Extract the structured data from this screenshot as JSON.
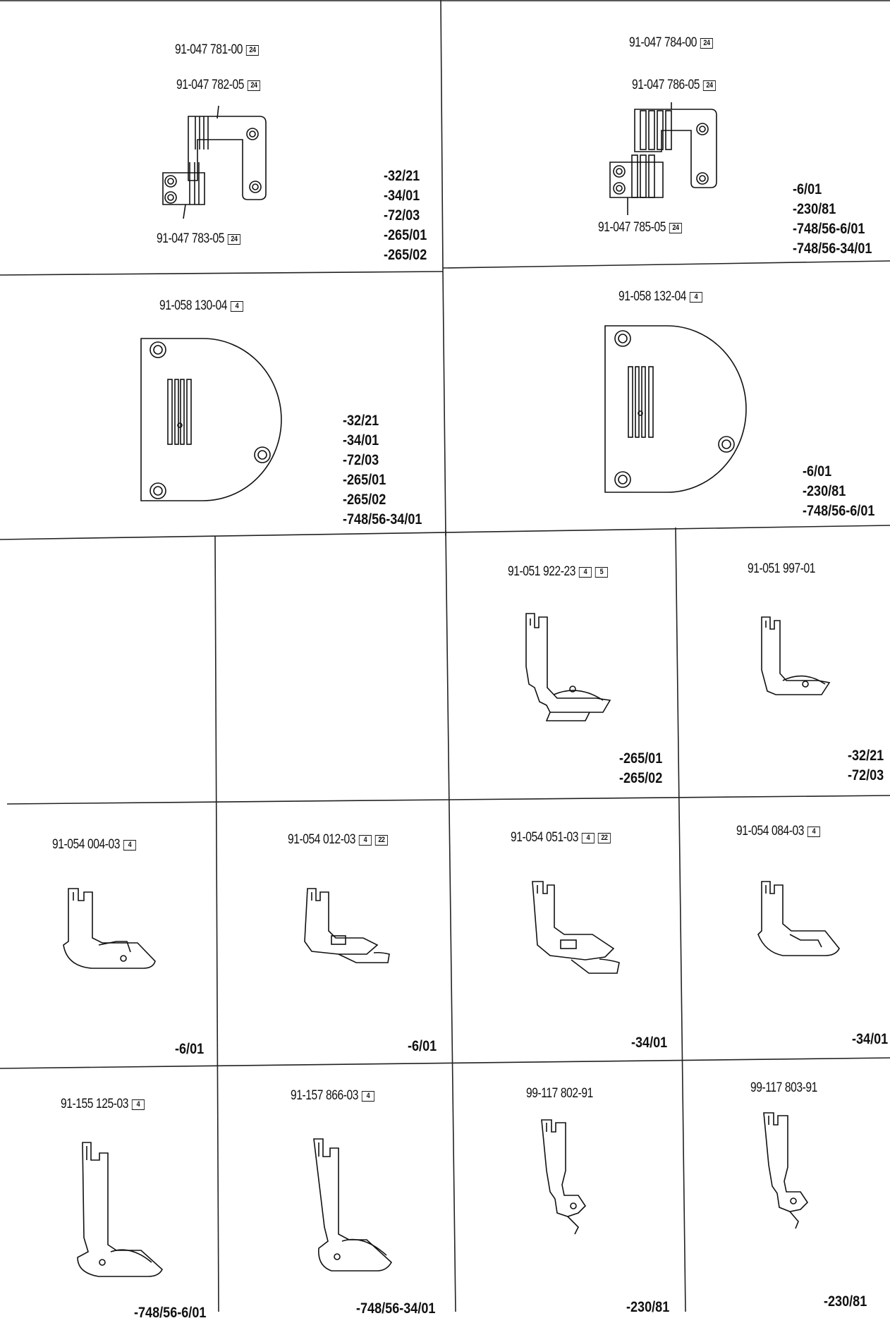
{
  "parts": {
    "p1": {
      "id": "91-047 781-00",
      "badges": [
        "24"
      ]
    },
    "p2": {
      "id": "91-047 782-05",
      "badges": [
        "24"
      ]
    },
    "p3": {
      "id": "91-047 783-05",
      "badges": [
        "24"
      ]
    },
    "p4": {
      "id": "91-047 784-00",
      "badges": [
        "24"
      ]
    },
    "p5": {
      "id": "91-047 786-05",
      "badges": [
        "24"
      ]
    },
    "p6": {
      "id": "91-047 785-05",
      "badges": [
        "24"
      ]
    },
    "p7": {
      "id": "91-058 130-04",
      "badges": [
        "4"
      ]
    },
    "p8": {
      "id": "91-058 132-04",
      "badges": [
        "4"
      ]
    },
    "p9": {
      "id": "91-051 922-23",
      "badges": [
        "4",
        "5"
      ]
    },
    "p10": {
      "id": "91-051 997-01",
      "badges": []
    },
    "p11": {
      "id": "91-054 004-03",
      "badges": [
        "4"
      ]
    },
    "p12": {
      "id": "91-054 012-03",
      "badges": [
        "4",
        "22"
      ]
    },
    "p13": {
      "id": "91-054 051-03",
      "badges": [
        "4",
        "22"
      ]
    },
    "p14": {
      "id": "91-054 084-03",
      "badges": [
        "4"
      ]
    },
    "p15": {
      "id": "91-155 125-03",
      "badges": [
        "4"
      ]
    },
    "p16": {
      "id": "91-157 866-03",
      "badges": [
        "4"
      ]
    },
    "p17": {
      "id": "99-117 802-91",
      "badges": []
    },
    "p18": {
      "id": "99-117 803-91",
      "badges": []
    }
  },
  "variants": {
    "v1": [
      "-32/21",
      "-34/01",
      "-72/03",
      "-265/01",
      "-265/02"
    ],
    "v2": [
      "-6/01",
      "-230/81",
      "-748/56-6/01",
      "-748/56-34/01"
    ],
    "v3": [
      "-32/21",
      "-34/01",
      "-72/03",
      "-265/01",
      "-265/02",
      "-748/56-34/01"
    ],
    "v4": [
      "-6/01",
      "-230/81",
      "-748/56-6/01"
    ],
    "v5": [
      "-265/01",
      "-265/02"
    ],
    "v6": [
      "-32/21",
      "-72/03"
    ],
    "v7": [
      "-6/01"
    ],
    "v8": [
      "-6/01"
    ],
    "v9": [
      "-34/01"
    ],
    "v10": [
      "-34/01"
    ],
    "v11": [
      "-748/56-6/01"
    ],
    "v12": [
      "-748/56-34/01"
    ],
    "v13": [
      "-230/81"
    ],
    "v14": [
      "-230/81"
    ]
  }
}
